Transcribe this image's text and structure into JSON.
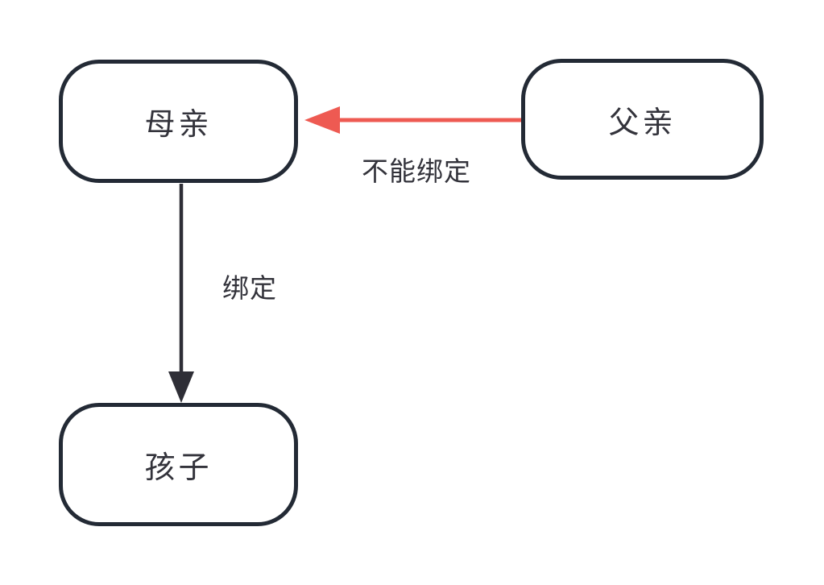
{
  "diagram": {
    "background_color": "#ffffff",
    "colors": {
      "node_border": "#232a35",
      "node_fill": "#ffffff",
      "text": "#33333b",
      "bind_edge": "#2e2e36",
      "no_bind_edge": "#ee5a52"
    },
    "nodes": [
      {
        "id": "mother",
        "label": "母亲"
      },
      {
        "id": "father",
        "label": "父亲"
      },
      {
        "id": "child",
        "label": "孩子"
      }
    ],
    "edges": [
      {
        "id": "father-to-mother",
        "from": "父亲",
        "to": "母亲",
        "label": "不能绑定",
        "color": "#ee5a52",
        "direction": "left"
      },
      {
        "id": "mother-to-child",
        "from": "母亲",
        "to": "孩子",
        "label": "绑定",
        "color": "#2e2e36",
        "direction": "down"
      }
    ]
  }
}
